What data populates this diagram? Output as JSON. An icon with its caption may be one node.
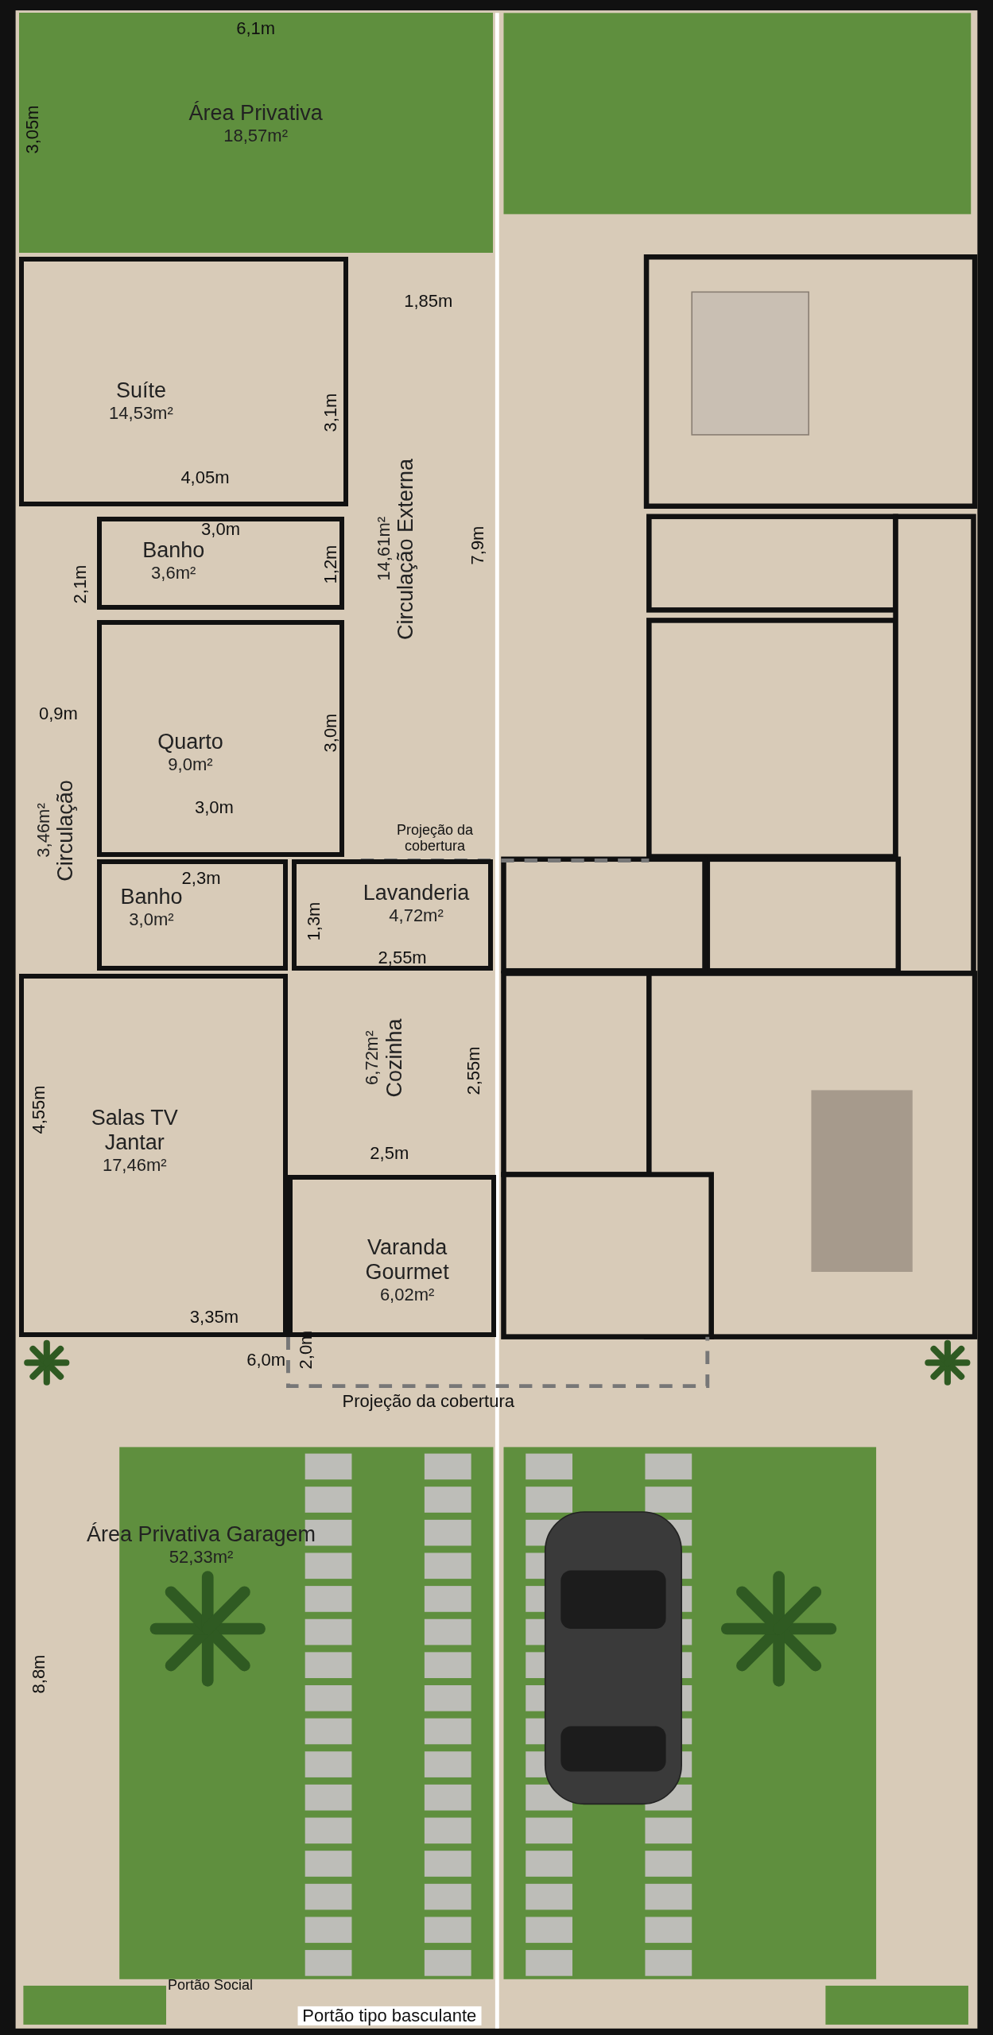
{
  "diagram": {
    "nodes": [
      {
        "text": [
          "Área Privativa",
          "18,57m²"
        ]
      },
      {
        "text": [
          "Suíte",
          "14,53m²"
        ]
      },
      {
        "text": [
          "Banho",
          "3,6m²"
        ]
      },
      {
        "text": [
          "Quarto",
          "9,0m²"
        ]
      },
      {
        "text": [
          "Circulação",
          "3,46m²"
        ]
      },
      {
        "text": [
          "Banho",
          "3,0m²"
        ]
      },
      {
        "text": [
          "Lavanderia",
          "4,72m²"
        ]
      },
      {
        "text": [
          "Circulação Externa",
          "14,61m²"
        ]
      },
      {
        "text": [
          "Cozinha",
          "6,72m²"
        ]
      },
      {
        "text": [
          "Salas TV Jantar",
          "17,46m²"
        ]
      },
      {
        "text": [
          "Varanda Gourmet",
          "6,02m²"
        ]
      },
      {
        "text": [
          "Área Privativa Garagem",
          "52,33m²"
        ]
      }
    ],
    "edges": [],
    "labels": [
      "6,1m",
      "3,05m",
      "1,85m",
      "3,1m",
      "4,05m",
      "3,0m",
      "2,1m",
      "1,2m",
      "7,9m",
      "0,9m",
      "3,0m",
      "3,0m",
      "Projeção da cobertura",
      "2,3m",
      "1,3m",
      "2,55m",
      "4,55m",
      "2,55m",
      "2,5m",
      "3,35m",
      "2,0m",
      "6,0m",
      "Projeção da cobertura",
      "8,8m",
      "Portão Social",
      "Portão tipo basculante"
    ]
  }
}
